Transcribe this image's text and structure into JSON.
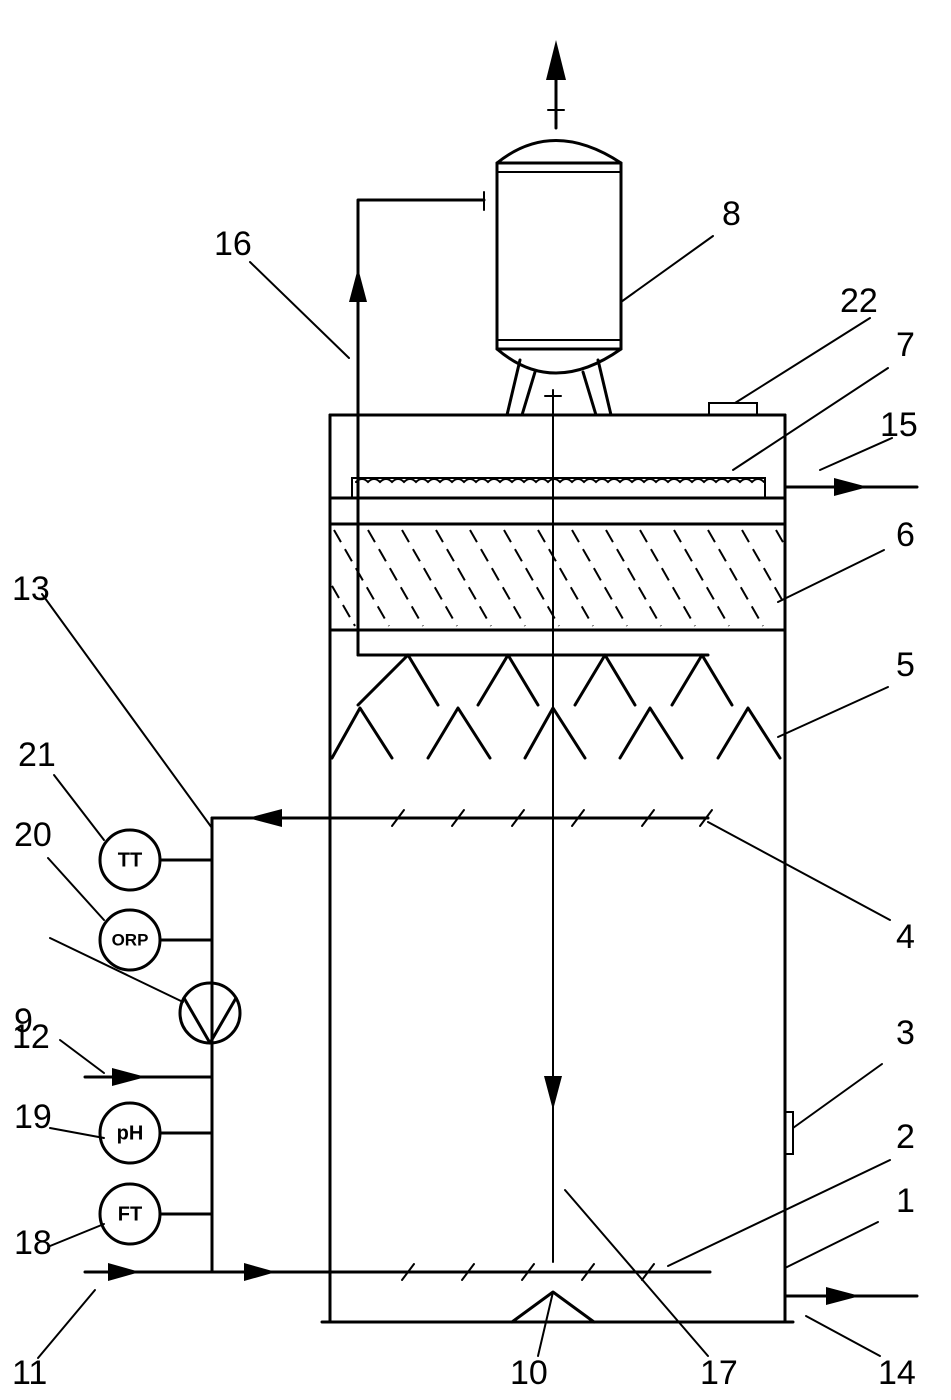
{
  "labels": {
    "l1": "1",
    "l2": "2",
    "l3": "3",
    "l4": "4",
    "l5": "5",
    "l6": "6",
    "l7": "7",
    "l8": "8",
    "l9": "9",
    "l10": "10",
    "l11": "11",
    "l12": "12",
    "l13": "13",
    "l14": "14",
    "l15": "15",
    "l16": "16",
    "l17": "17",
    "l18": "18",
    "l19": "19",
    "l20": "20",
    "l21": "21",
    "l22": "22"
  },
  "instruments": {
    "tt": "TT",
    "orp": "ORP",
    "ph": "pH",
    "ft": "FT"
  }
}
